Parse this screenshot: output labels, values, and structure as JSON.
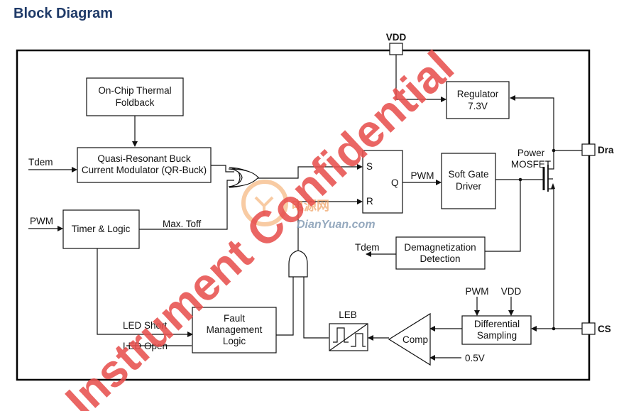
{
  "heading": "Block Diagram",
  "pins": {
    "vdd": "VDD",
    "drain": "Dra",
    "cs": "CS"
  },
  "blocks": {
    "thermal": [
      "On-Chip Thermal",
      "Foldback"
    ],
    "qr_buck": [
      "Quasi-Resonant Buck",
      "Current Modulator (QR-Buck)"
    ],
    "timer": "Timer & Logic",
    "regulator": [
      "Regulator",
      "7.3V"
    ],
    "soft_gate": [
      "Soft Gate",
      "Driver"
    ],
    "demag": [
      "Demagnetization",
      "Detection"
    ],
    "diff_sampling": [
      "Differential",
      "Sampling"
    ],
    "fault": [
      "Fault",
      "Management",
      "Logic"
    ],
    "comp": "Comp",
    "leb": "LEB",
    "sr_s": "S",
    "sr_r": "R",
    "sr_q": "Q"
  },
  "signals": {
    "tdem_in": "Tdem",
    "pwm_in": "PWM",
    "max_toff": "Max. Toff",
    "pwm_out": "PWM",
    "tdem_out": "Tdem",
    "led_short": "LED Short",
    "led_open": "LED Open",
    "pwm_diff": "PWM",
    "vdd_diff": "VDD",
    "ref_05v": "0.5V",
    "power_mosfet": [
      "Power",
      "MOSFET"
    ]
  },
  "watermark": {
    "main": "Instrument Confidential",
    "site_cn": "电源网",
    "site": "DianYuan.com"
  },
  "colors": {
    "heading": "#1f3a68",
    "watermark": "#e8514f"
  }
}
